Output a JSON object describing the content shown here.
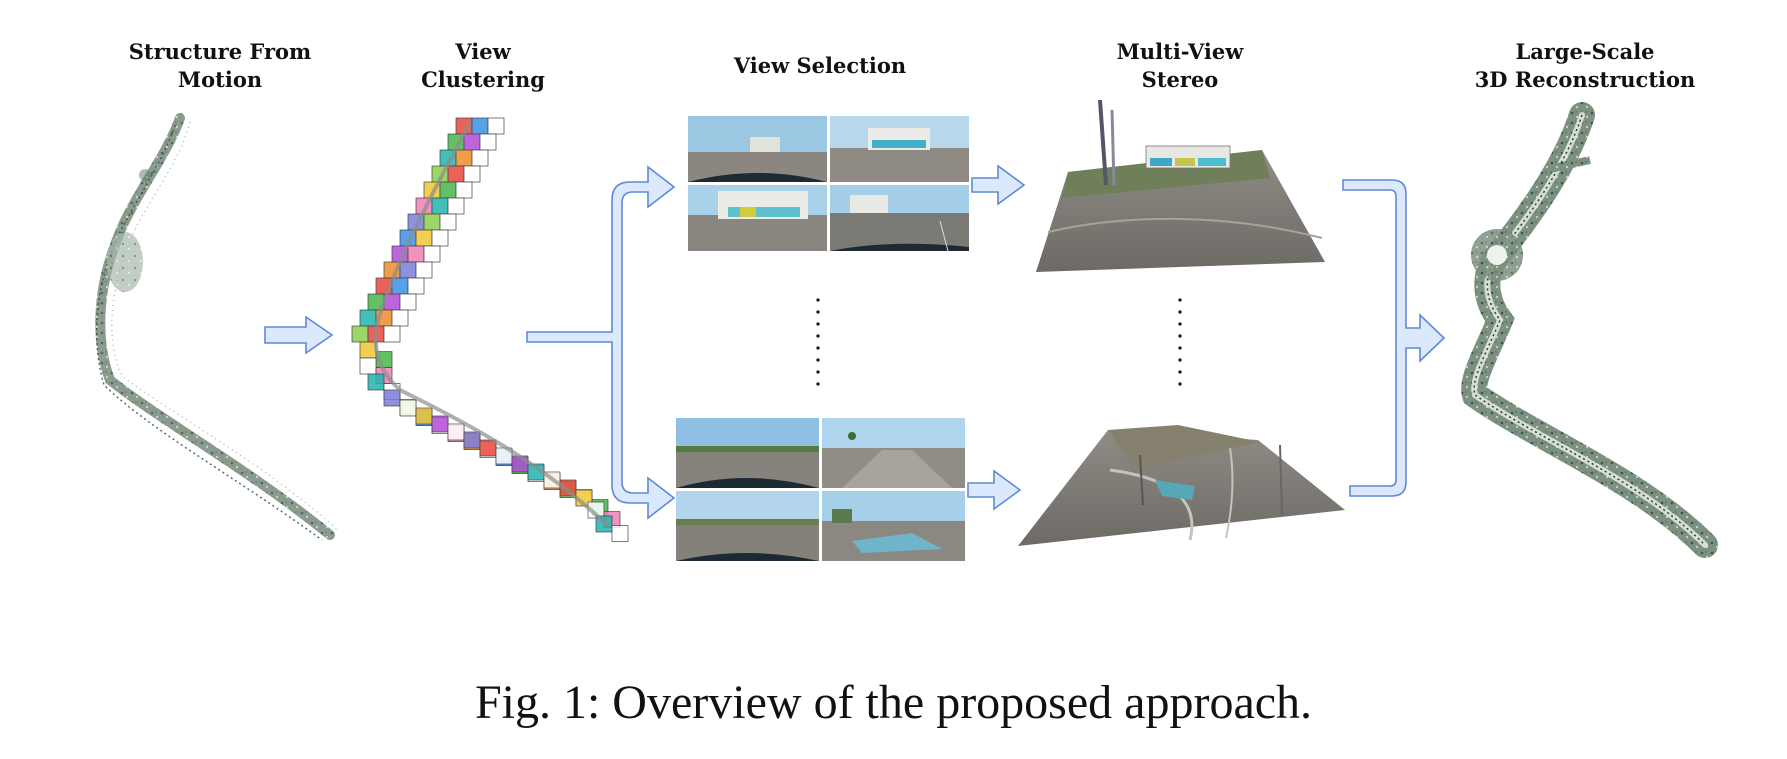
{
  "figure": {
    "stages": [
      {
        "title": "Structure From\nMotion"
      },
      {
        "title": "View\nClustering"
      },
      {
        "title": "View Selection"
      },
      {
        "title": "Multi-View\nStereo"
      },
      {
        "title": "Large-Scale\n3D Reconstruction"
      }
    ],
    "caption": "Fig. 1: Overview of the proposed approach.",
    "accent": {
      "arrow_fill": "#dce8fb",
      "arrow_stroke": "#5d8ad6"
    }
  }
}
